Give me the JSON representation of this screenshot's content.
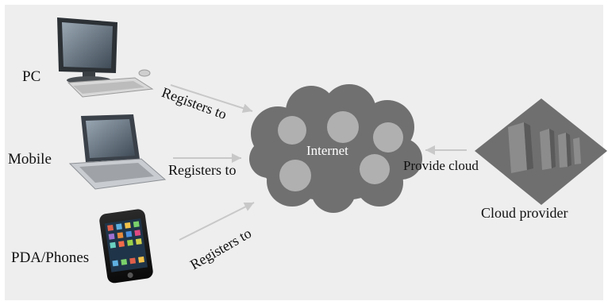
{
  "devices": [
    {
      "id": "pc",
      "label": "PC",
      "icon": "desktop-pc-icon"
    },
    {
      "id": "mobile",
      "label": "Mobile",
      "icon": "laptop-icon"
    },
    {
      "id": "pda",
      "label": "PDA/Phones",
      "icon": "smartphone-icon"
    }
  ],
  "edges": {
    "pc": "Registers to",
    "mobile": "Registers to",
    "pda": "Registers to",
    "provider": "Provide cloud"
  },
  "cloud": {
    "label": "Internet",
    "icon": "internet-cloud-icon"
  },
  "provider": {
    "label": "Cloud provider",
    "icon": "cloud-provider-servers-icon"
  },
  "colors": {
    "background": "#eeeeee",
    "cloud_fill": "#707070",
    "cloud_circle": "#b0b0b0",
    "provider_diamond": "#6f6f6f",
    "arrow": "#c8c8c8"
  }
}
